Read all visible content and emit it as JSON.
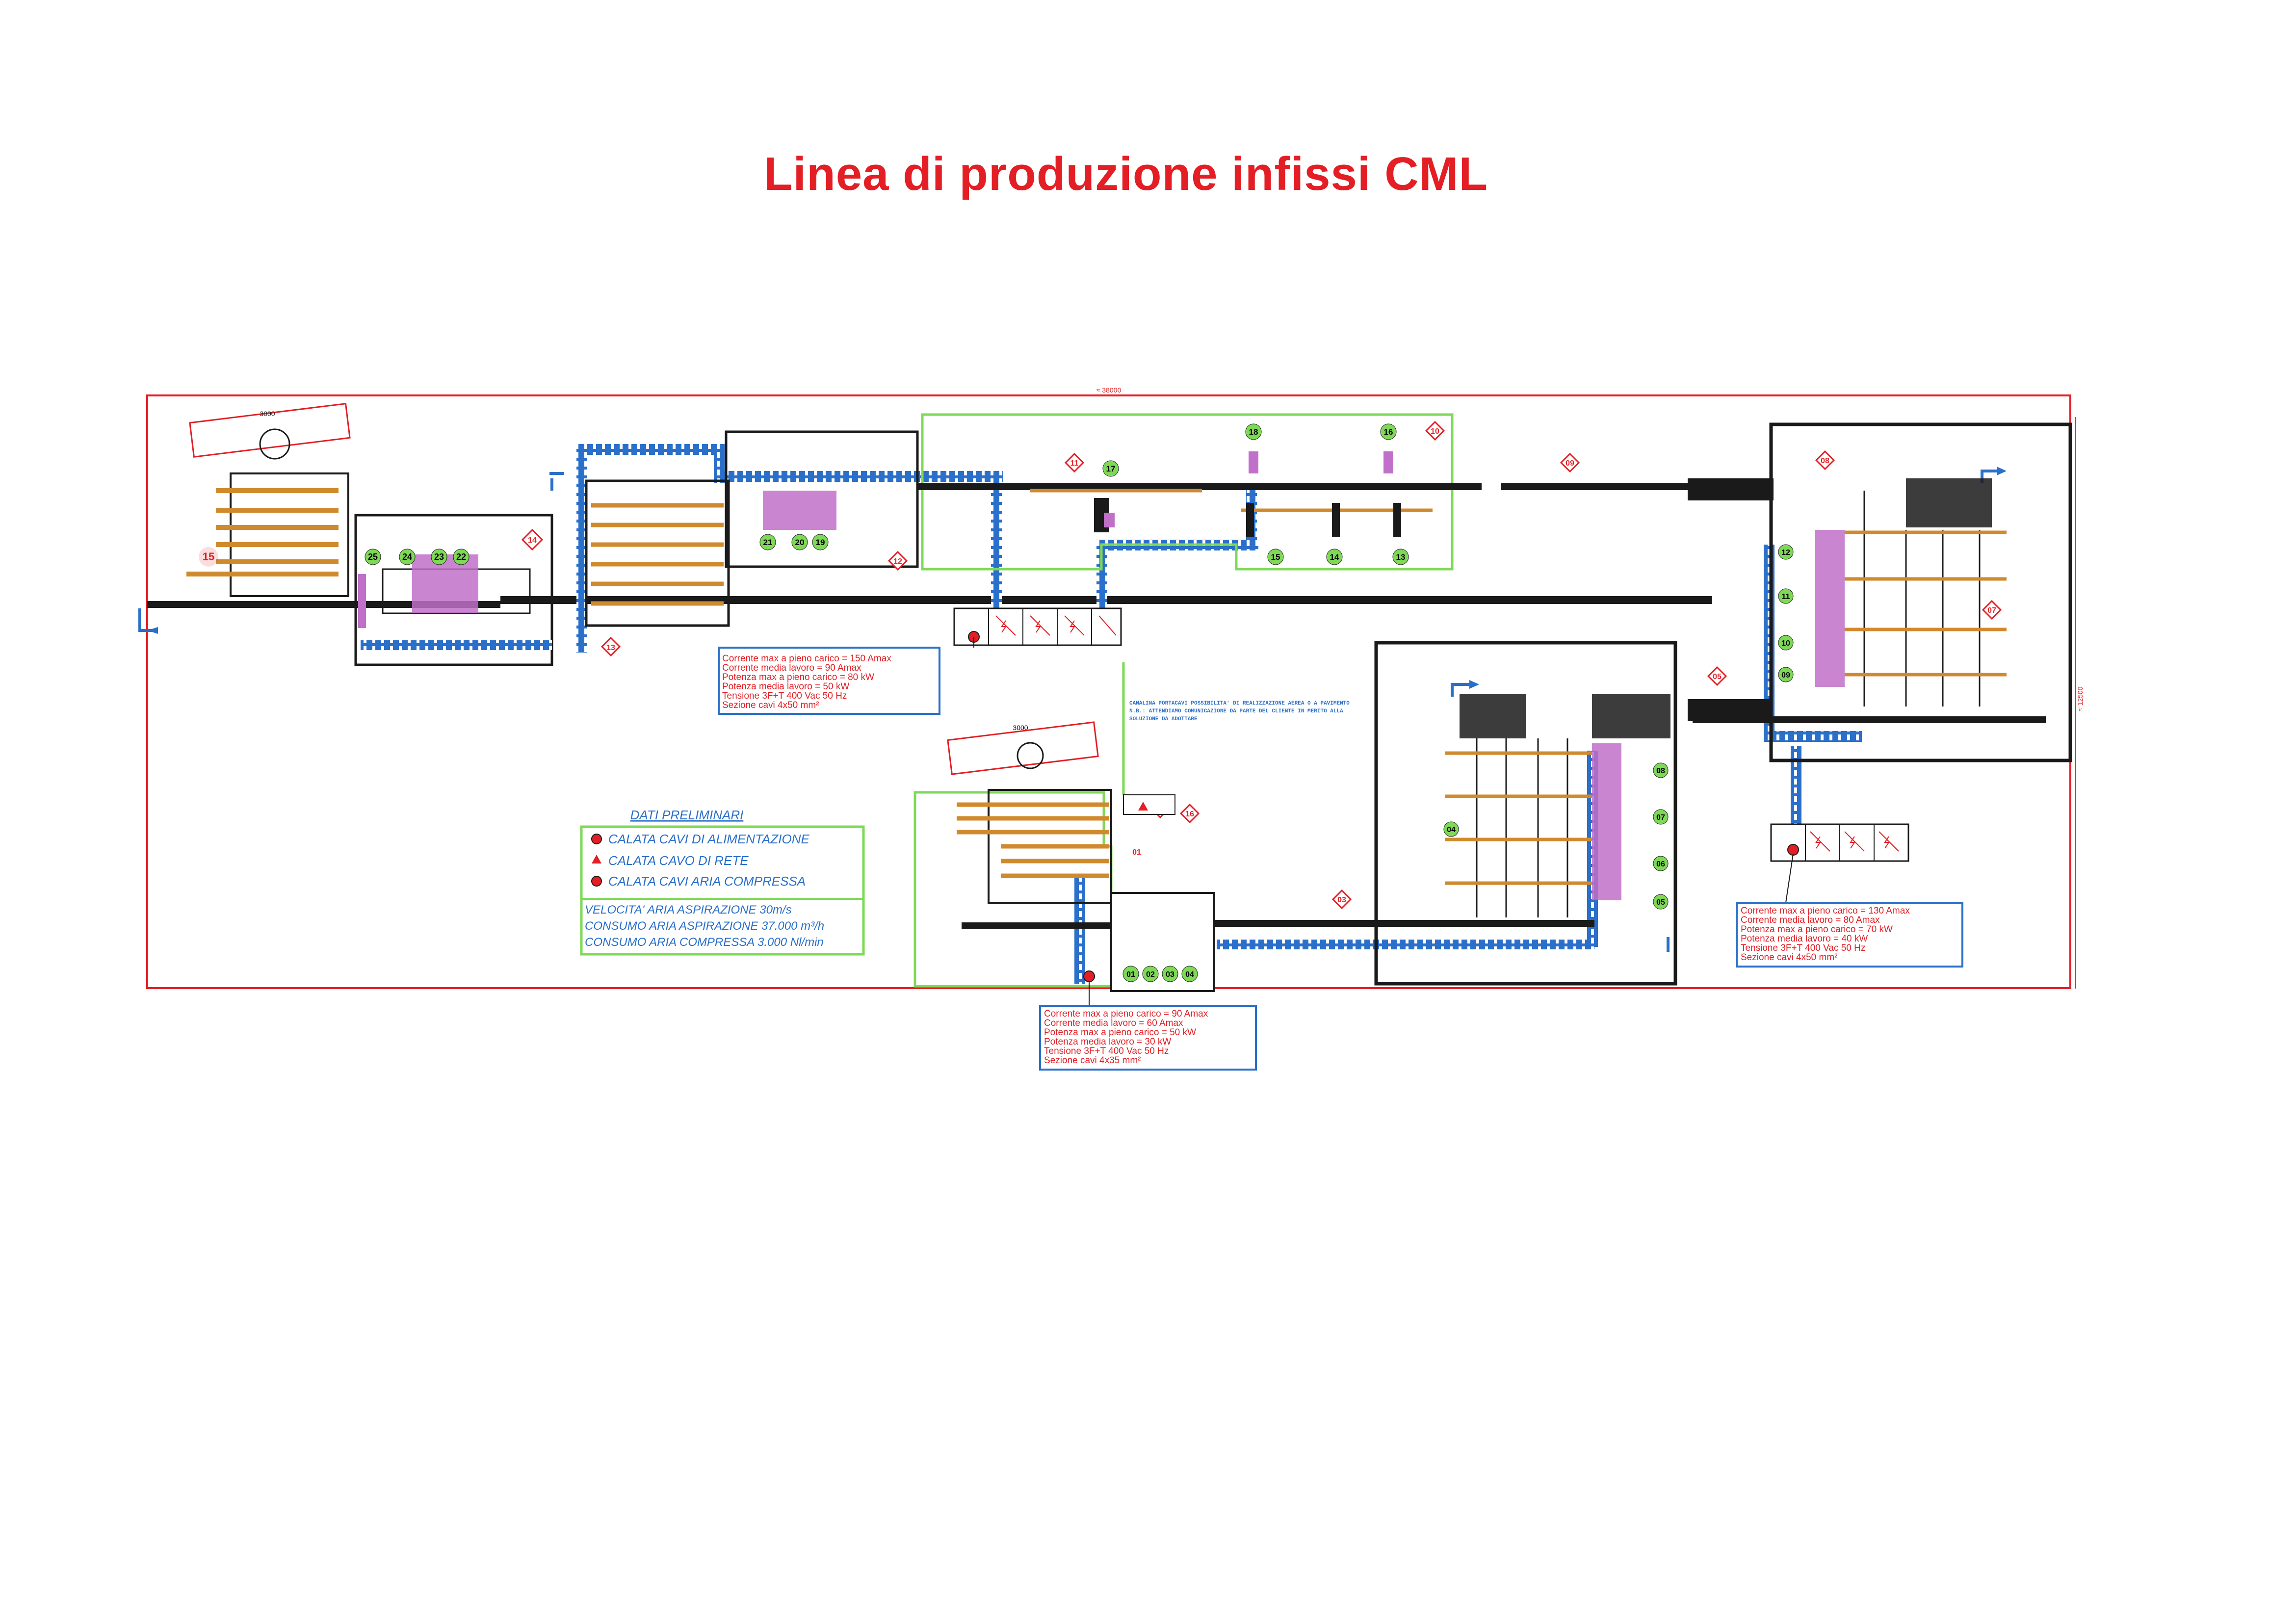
{
  "title": "Linea di produzione infissi CML",
  "dimensions": {
    "overall_length": "≈ 38000",
    "overall_width": "≈ 12500",
    "stack_top": "3000",
    "stack_mid": "3000"
  },
  "station_numbers": {
    "left_stack": "15",
    "n14": "14",
    "n13": "13",
    "n12a": "12",
    "n25": "25",
    "n24": "24",
    "n23": "23",
    "n22": "22",
    "n21": "21",
    "n20": "20",
    "n19": "19",
    "n11": "11",
    "n17": "17",
    "n18": "18",
    "n16top": "16",
    "n10": "10",
    "n15b": "15",
    "n14b": "14",
    "n13b": "13",
    "n09": "09",
    "n08": "08",
    "n07": "07",
    "n12r": "12",
    "n11r": "11",
    "n10r": "10",
    "n09r": "09",
    "n05b": "05",
    "n16": "16",
    "n01": "01",
    "n02": "02",
    "n03": "03",
    "c01": "01",
    "c02": "02",
    "c03": "03",
    "c04": "04",
    "n04": "04",
    "n08m": "08",
    "n07m": "07",
    "n06m": "06",
    "n05m": "05"
  },
  "power_left": [
    "Corrente max a pieno carico = 150 Amax",
    "Corrente media lavoro = 90 Amax",
    "Potenza max a pieno carico = 80 kW",
    "Potenza media lavoro = 50 kW",
    "Tensione 3F+T 400 Vac 50 Hz",
    "Sezione cavi 4x50 mm²"
  ],
  "power_center": [
    "Corrente max a pieno carico = 90 Amax",
    "Corrente media lavoro = 60 Amax",
    "Potenza max a pieno carico = 50 kW",
    "Potenza media lavoro = 30 kW",
    "Tensione 3F+T 400 Vac 50 Hz",
    "Sezione cavi 4x35 mm²"
  ],
  "power_right": [
    "Corrente max a pieno carico = 130 Amax",
    "Corrente media lavoro = 80 Amax",
    "Potenza max a pieno carico = 70 kW",
    "Potenza media lavoro = 40 kW",
    "Tensione 3F+T 400 Vac 50 Hz",
    "Sezione cavi 4x50 mm²"
  ],
  "conveyor_note": [
    "CANALINA PORTACAVI POSSIBILITA' DI REALIZZAZIONE AEREA O A PAVIMENTO",
    "N.B.: ATTENDIAMO COMUNICAZIONE DA PARTE DEL CLIENTE IN MERITO ALLA",
    "SOLUZIONE DA ADOTTARE"
  ],
  "legend": {
    "heading": "DATI PRELIMINARI",
    "items": [
      "CALATA CAVI DI ALIMENTAZIONE",
      "CALATA CAVO DI RETE",
      "CALATA CAVI ARIA COMPRESSA"
    ],
    "data": [
      "VELOCITA' ARIA ASPIRAZIONE 30m/s",
      "CONSUMO ARIA ASPIRAZIONE 37.000 m³/h",
      "CONSUMO ARIA COMPRESSA  3.000 Nl/min"
    ]
  },
  "colors": {
    "title": "#e31e24",
    "machine": "#1a1a1a",
    "frame_red": "#e31e24",
    "conduit_blue": "#2a6fc9",
    "guard_green": "#7ed957",
    "wood": "#d08a2e",
    "unit_purple": "#c070c8",
    "panel_text": "#e31e24"
  }
}
